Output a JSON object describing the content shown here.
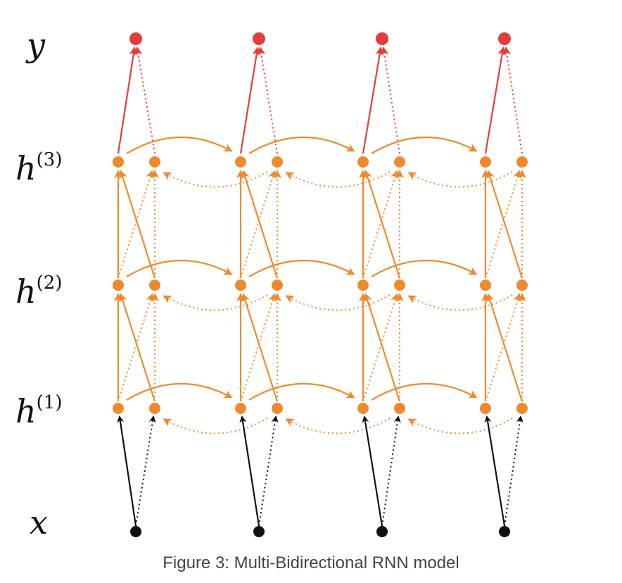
{
  "diagram": {
    "title": "Multi-Bidirectional RNN model",
    "row_labels": [
      {
        "id": "y",
        "base": "y",
        "sup": ""
      },
      {
        "id": "h3",
        "base": "h",
        "sup": "(3)"
      },
      {
        "id": "h2",
        "base": "h",
        "sup": "(2)"
      },
      {
        "id": "h1",
        "base": "h",
        "sup": "(1)"
      },
      {
        "id": "x",
        "base": "x",
        "sup": ""
      }
    ],
    "timesteps": 4,
    "colors": {
      "input": "#111111",
      "hidden": "#ef8a2c",
      "output": "#e63b3b"
    }
  },
  "caption": "Figure 3: Multi-Bidirectional RNN model"
}
